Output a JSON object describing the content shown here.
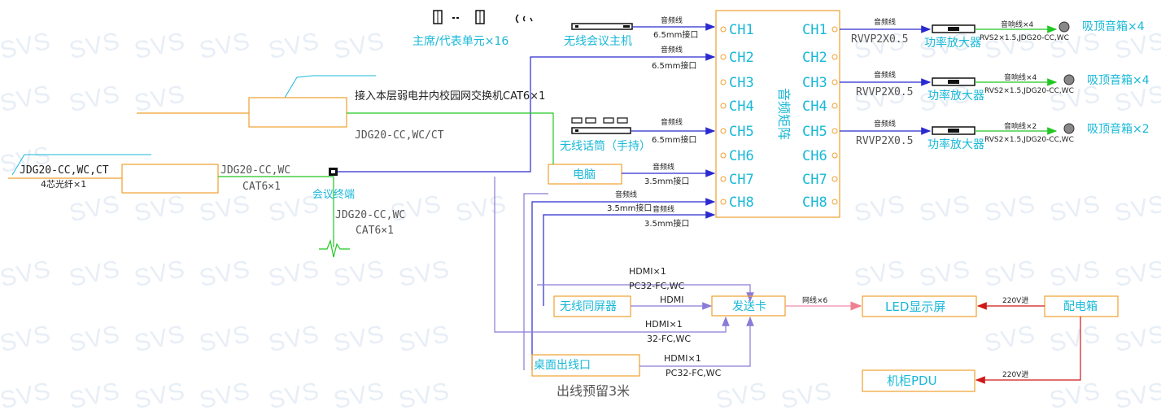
{
  "watermark": "SVS",
  "devices": {
    "matrix": "音频矩阵",
    "wireless_host": "无线会议主机",
    "wireless_mic": "无线话筒（手持）",
    "mic_units": "主席/代表单元×16",
    "computer": "电脑",
    "terminal": "会议终端",
    "screen_mirror": "无线同屏器",
    "sender": "发送卡",
    "led": "LED显示屏",
    "power_box": "配电箱",
    "desk_outlet": "桌面出线口",
    "rack_pdu": "机柜PDU",
    "amp1": "功率放大器",
    "amp2": "功率放大器",
    "amp3": "功率放大器",
    "spk1": "吸顶音箱×4",
    "spk2": "吸顶音箱×4",
    "spk3": "吸顶音箱×2"
  },
  "channels_left": [
    "CH1",
    "CH2",
    "CH3",
    "CH4",
    "CH5",
    "CH6",
    "CH7",
    "CH8"
  ],
  "channels_right": [
    "CH1",
    "CH2",
    "CH3",
    "CH4",
    "CH5",
    "CH6",
    "CH7",
    "CH8"
  ],
  "labels": {
    "audio_line": "音频线",
    "jack65": "6.5mm接口",
    "jack35": "3.5mm接口",
    "rvvp": "RVVP2X0.5",
    "speaker_line4": "音响线×4",
    "speaker_line2": "音响线×2",
    "rvs": "RVS2×1.5,JDG20-CC,WC",
    "switch_note": "接入本层弱电井内校园网交换机CAT6×1",
    "jdg_ct_mid": "JDG20-CC,WC/CT",
    "jdg_ct_left": "JDG20-CC,WC,CT",
    "fiber": "4芯光纤×1",
    "jdg_wc": "JDG20-CC,WC",
    "cat6": "CAT6×1",
    "jdg_wc2": "JDG20-CC,WC",
    "cat6b": "CAT6×1",
    "hdmi_x1_a": "HDMI×1",
    "pc32_a": "PC32-FC,WC",
    "hdmi": "HDMI",
    "hdmi_x1_b": "HDMI×1",
    "fc32": "32-FC,WC",
    "hdmi_x1_c": "HDMI×1",
    "pc32_c": "PC32-FC,WC",
    "net6": "网线×6",
    "v220_a": "220V进",
    "v220_b": "220V进",
    "reserve": "出线预留3米"
  },
  "colors": {
    "box": "#f0a030",
    "cyan": "#19b8d8",
    "blue": "#2a2ad0",
    "purple": "#8c7ad8",
    "green": "#22c822",
    "pink": "#f0a0b8",
    "red": "#d01818"
  }
}
